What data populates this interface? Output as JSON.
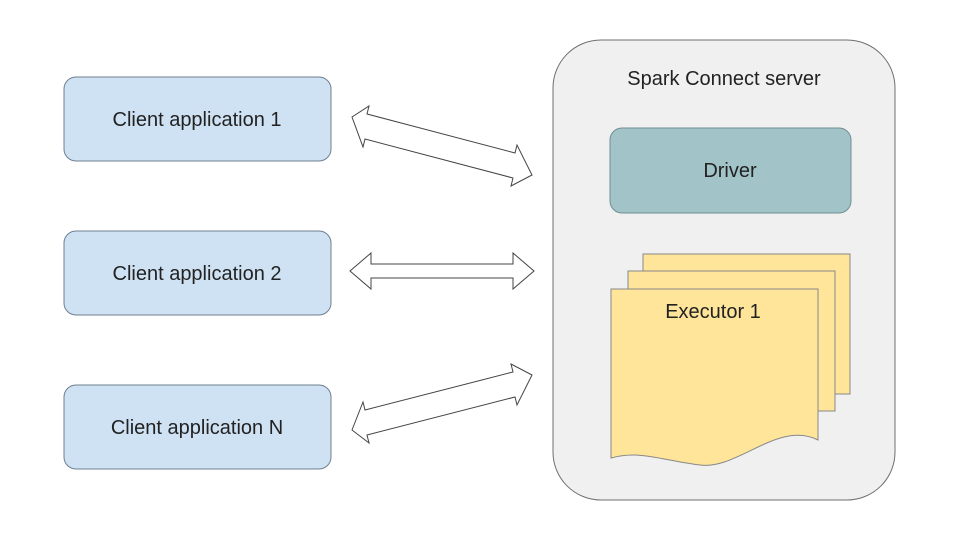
{
  "colors": {
    "client_fill": "#cfe2f3",
    "client_stroke": "#6f7f8f",
    "server_fill": "#f0f0f0",
    "server_stroke": "#6f6f6f",
    "driver_fill": "#a2c4c9",
    "driver_stroke": "#6f8f93",
    "executor_fill": "#ffe599",
    "executor_stroke": "#888888",
    "arrow_fill": "#ffffff",
    "arrow_stroke": "#444444"
  },
  "clients": [
    {
      "label": "Client application 1"
    },
    {
      "label": "Client application 2"
    },
    {
      "label": "Client application N"
    }
  ],
  "server": {
    "title": "Spark Connect server",
    "driver": {
      "label": "Driver"
    },
    "executor": {
      "label": "Executor 1"
    }
  }
}
